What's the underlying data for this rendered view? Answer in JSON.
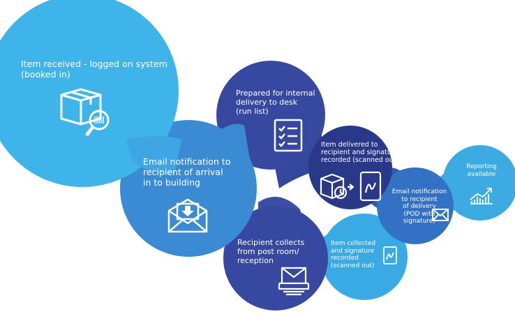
{
  "colors": {
    "light_blue": "#3fb4ea",
    "mid_blue": "#3a8fd6",
    "royal_blue": "#34479c",
    "navy": "#2a3a8c",
    "cyan": "#39aae3",
    "icon_white": "#ffffff"
  },
  "steps": [
    {
      "label": "Item received - logged on system\n(booked in)",
      "icon": "box-magnifier-icon"
    },
    {
      "label": "Email notification to\nrecipient of arrival\nin to building",
      "icon": "envelope-download-icon"
    },
    {
      "label": "Prepared for internal\ndelivery to desk\n(run list)",
      "icon": "checklist-icon"
    },
    {
      "label": "Item delivered to\nrecipient and signature\nrecorded (scanned out)",
      "icons": [
        "box-clock-icon",
        "tablet-signature-icon"
      ]
    },
    {
      "label": "Email notification\nto recipient\nof delivery\n(POD with\nsignature)",
      "icon": "envelope-icon"
    },
    {
      "label": "Reporting\navailable",
      "icon": "bar-chart-icon"
    },
    {
      "label": "Recipient collects\nfrom post room/\nreception",
      "icon": "letter-tray-icon"
    },
    {
      "label": "Item collected\nand signature\nrecorded\n(scanned out)",
      "icon": "tablet-signature-icon"
    }
  ]
}
